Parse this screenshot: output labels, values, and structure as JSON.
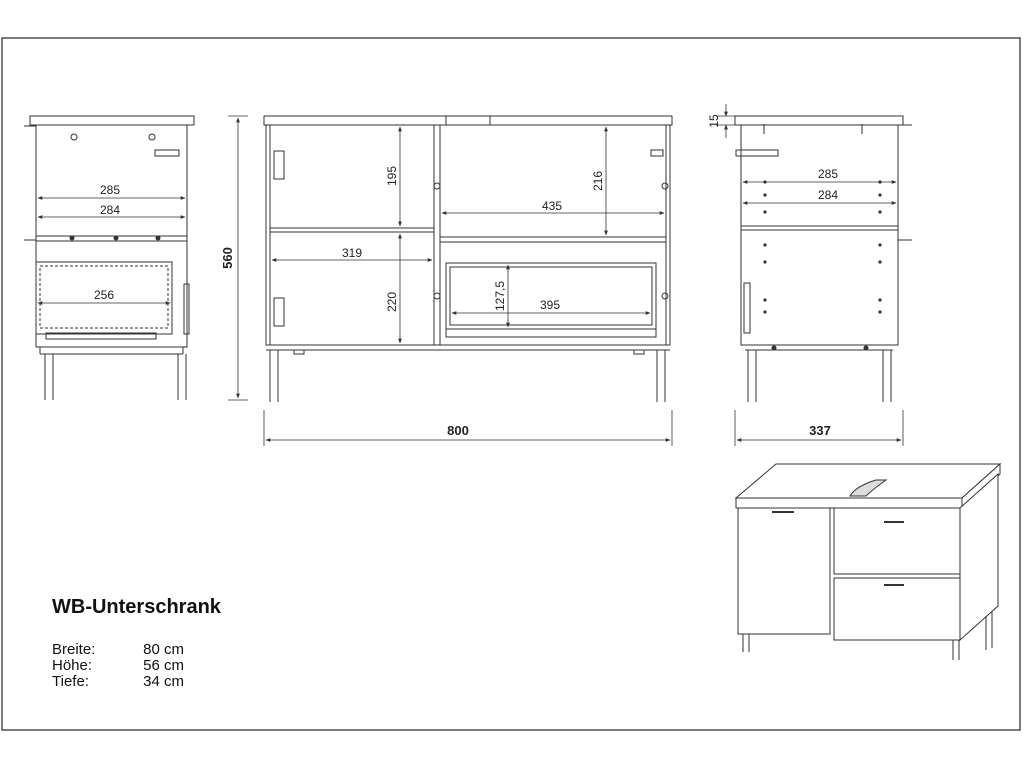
{
  "product": {
    "title": "WB-Unterschrank",
    "specs": [
      {
        "label": "Breite:",
        "value": "80 cm"
      },
      {
        "label": "Höhe:",
        "value": "56 cm"
      },
      {
        "label": "Tiefe:",
        "value": "34 cm"
      }
    ]
  },
  "dimensions": {
    "left_side": {
      "d285": "285",
      "d284": "284",
      "d256": "256"
    },
    "front": {
      "d195": "195",
      "d216": "216",
      "d435": "435",
      "d319": "319",
      "d220": "220",
      "d127": "127,5",
      "d395": "395"
    },
    "right_side": {
      "d15": "15",
      "d285": "285",
      "d284": "284"
    },
    "overall": {
      "height": "560",
      "width": "800",
      "depth": "337"
    }
  },
  "colors": {
    "line": "#333333",
    "frame": "#222222",
    "fill": "#ffffff"
  }
}
